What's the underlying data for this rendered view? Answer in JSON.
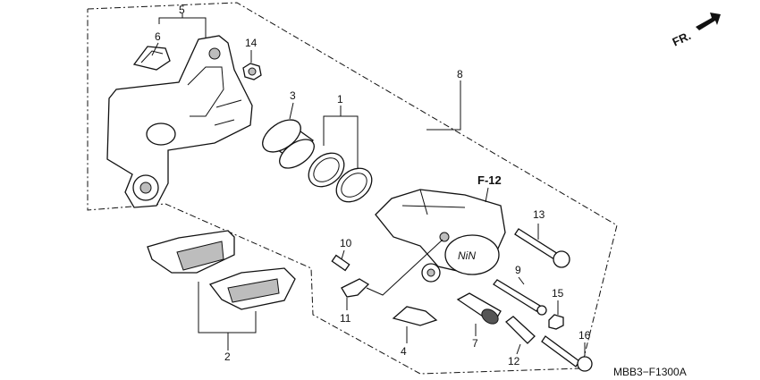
{
  "diagram": {
    "code": "MBB3−F1300A",
    "direction_label": "FR.",
    "reference_label": "F-12",
    "callouts": {
      "c1": "1",
      "c2": "2",
      "c3": "3",
      "c4": "4",
      "c5": "5",
      "c6": "6",
      "c7": "7",
      "c8": "8",
      "c9": "9",
      "c10": "10",
      "c11": "11",
      "c12": "12",
      "c13": "13",
      "c14": "14",
      "c15": "15",
      "c16": "16"
    }
  }
}
